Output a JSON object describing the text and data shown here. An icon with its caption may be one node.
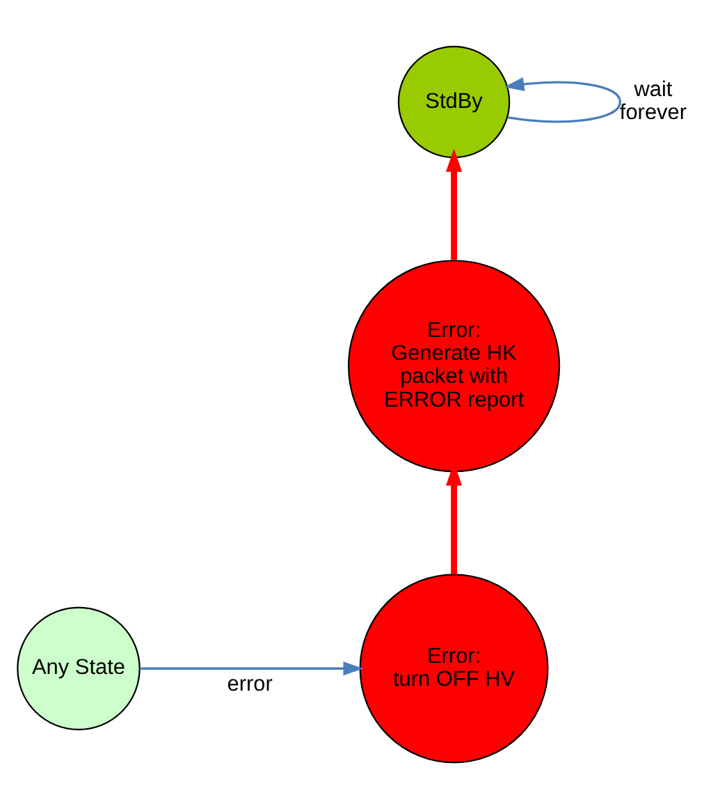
{
  "diagram": {
    "nodes": [
      {
        "text": [
          "StdBy"
        ]
      },
      {
        "text": [
          "Error:",
          "Generate HK packet with ERROR report"
        ]
      },
      {
        "text": [
          "Any State"
        ]
      },
      {
        "text": [
          "Error:",
          "turn OFF HV"
        ]
      }
    ],
    "edges": [
      {
        "from": 0,
        "to": 0,
        "arrow": "to",
        "label": "wait forever",
        "color": "#4a7ebb"
      },
      {
        "from": 3,
        "to": 1,
        "arrow": "to",
        "color": "#ff0000",
        "style": "thick"
      },
      {
        "from": 1,
        "to": 0,
        "arrow": "to",
        "color": "#ff0000",
        "style": "thick"
      },
      {
        "from": 2,
        "to": 3,
        "arrow": "to",
        "label": "error",
        "color": "#4a7ebb"
      }
    ]
  }
}
